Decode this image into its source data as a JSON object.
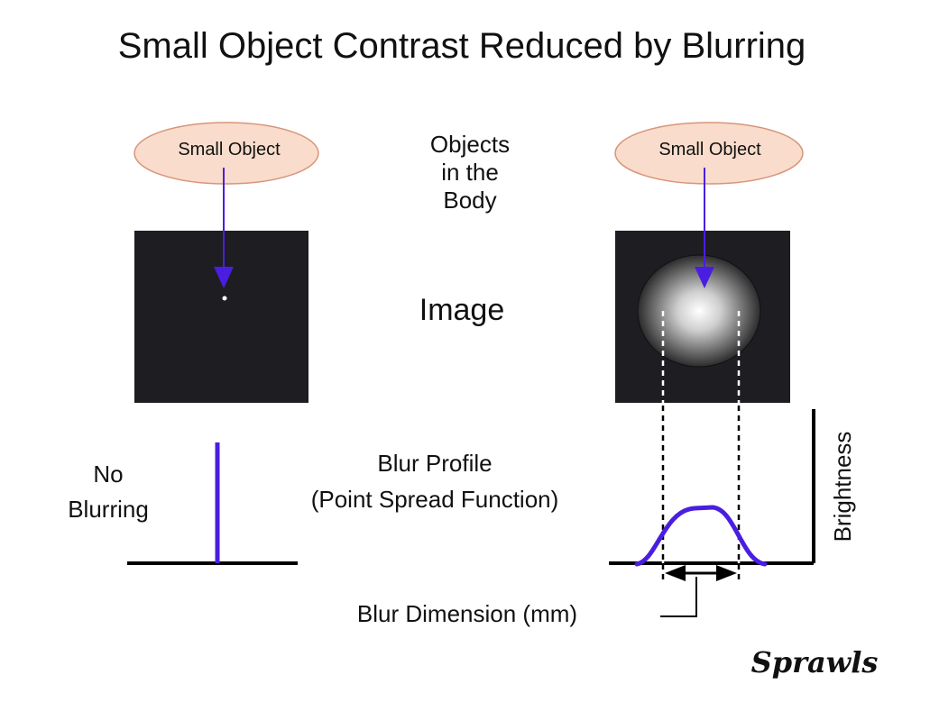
{
  "title": "Small Object Contrast Reduced by Blurring",
  "left_object_label": "Small Object",
  "right_object_label": "Small Object",
  "objects_label": [
    "Objects",
    "in the",
    "Body"
  ],
  "image_label": "Image",
  "no_blurring_label": [
    "No",
    "Blurring"
  ],
  "blur_profile_label": [
    "Blur Profile",
    "(Point Spread Function)"
  ],
  "brightness_label": "Brightness",
  "blur_dimension_label": "Blur Dimension (mm)",
  "signature": "Sprawls",
  "colors": {
    "ellipse_fill": "#f9dccc",
    "ellipse_stroke": "#d8957a",
    "arrow": "#4a1ee0",
    "panel": "#1e1d22",
    "curve": "#4a1ee0"
  }
}
